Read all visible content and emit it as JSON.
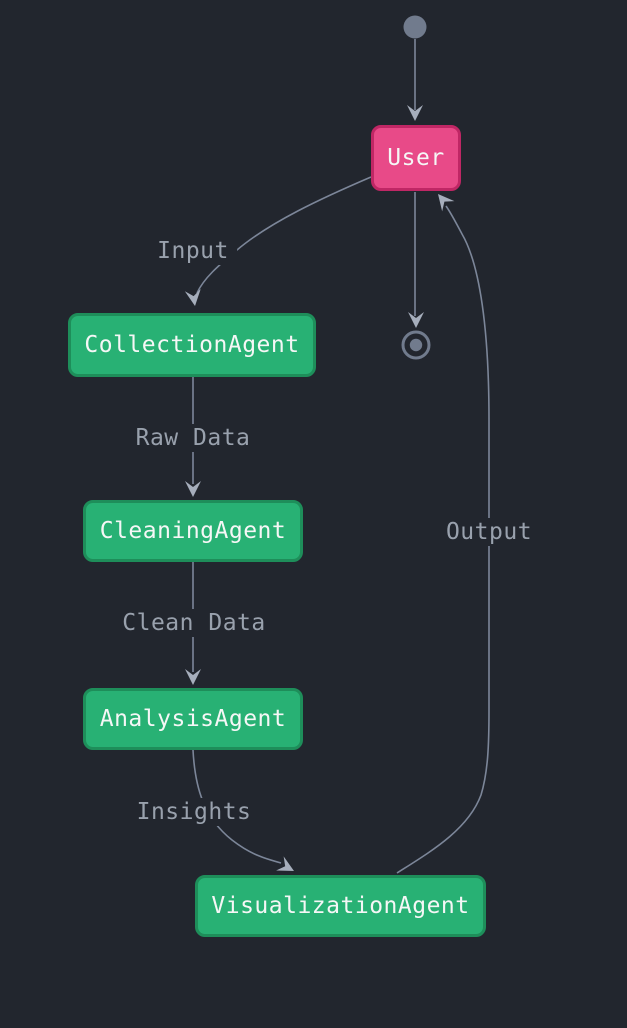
{
  "diagram": {
    "type": "state-flow-diagram",
    "nodes": [
      {
        "id": "start",
        "kind": "initial-state",
        "label": ""
      },
      {
        "id": "user",
        "kind": "actor",
        "label": "User"
      },
      {
        "id": "collection",
        "kind": "agent",
        "label": "CollectionAgent"
      },
      {
        "id": "cleaning",
        "kind": "agent",
        "label": "CleaningAgent"
      },
      {
        "id": "analysis",
        "kind": "agent",
        "label": "AnalysisAgent"
      },
      {
        "id": "visualization",
        "kind": "agent",
        "label": "VisualizationAgent"
      },
      {
        "id": "end",
        "kind": "final-state",
        "label": ""
      }
    ],
    "edges": [
      {
        "from": "start",
        "to": "user",
        "label": ""
      },
      {
        "from": "user",
        "to": "collection",
        "label": "Input"
      },
      {
        "from": "collection",
        "to": "cleaning",
        "label": "Raw Data"
      },
      {
        "from": "cleaning",
        "to": "analysis",
        "label": "Clean Data"
      },
      {
        "from": "analysis",
        "to": "visualization",
        "label": "Insights"
      },
      {
        "from": "visualization",
        "to": "user",
        "label": "Output"
      },
      {
        "from": "user",
        "to": "end",
        "label": ""
      }
    ],
    "colors": {
      "background": "#22262e",
      "edge": "#7c8699",
      "arrow": "#a6aebc",
      "label-text": "#99a1ad",
      "user-fill": "#e84a88",
      "user-border": "#c02765",
      "agent-fill": "#28b174",
      "agent-border": "#1e8e5a",
      "node-text": "#f5f7f6",
      "state-marker": "#717b8d"
    }
  }
}
